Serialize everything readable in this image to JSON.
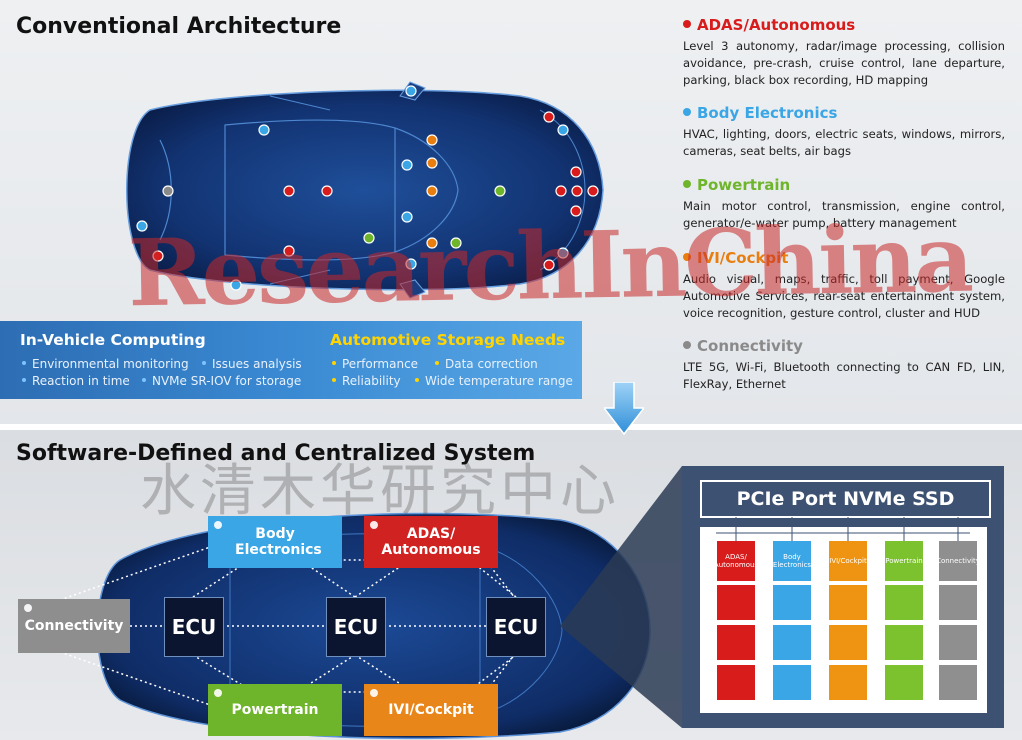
{
  "top": {
    "title": "Conventional Architecture",
    "categories": [
      {
        "label": "ADAS/Autonomous",
        "color": "#d81b1b",
        "text": "Level 3 autonomy, radar/image processing, collision avoidance, pre-crash, cruise control, lane departure, parking, black box recording, HD mapping"
      },
      {
        "label": "Body Electronics",
        "color": "#3aa6e6",
        "text": "HVAC, lighting, doors, electric seats, windows, mirrors, cameras, seat belts, air bags"
      },
      {
        "label": "Powertrain",
        "color": "#6fb52b",
        "text": "Main motor control, transmission, engine control, generator/e-water pump, battery management"
      },
      {
        "label": "IVI/Cockpit",
        "color": "#e87e10",
        "text": "Audio visual, maps, traffic, toll payment, Google Automotive Services, rear-seat entertainment system, voice recognition, gesture control, cluster and HUD"
      },
      {
        "label": "Connectivity",
        "color": "#8a8a8a",
        "text": "LTE 5G, Wi-Fi, Bluetooth connecting to CAN FD, LIN, FlexRay, Ethernet"
      }
    ],
    "in_vehicle": {
      "title": "In-Vehicle Computing",
      "items": [
        "Environmental monitoring",
        "Issues analysis",
        "Reaction in time",
        "NVMe SR-IOV for storage"
      ]
    },
    "storage_needs": {
      "title": "Automotive Storage Needs",
      "items": [
        "Performance",
        "Data correction",
        "Reliability",
        "Wide temperature range"
      ]
    }
  },
  "bottom": {
    "title": "Software-Defined and Centralized System",
    "boxes": {
      "body": "Body Electronics",
      "adas": "ADAS/ Autonomous",
      "powertrain": "Powertrain",
      "ivi": "IVI/Cockpit",
      "connectivity": "Connectivity"
    },
    "ecu_label": "ECU",
    "ssd": {
      "title": "PCIe Port NVMe SSD",
      "columns": [
        {
          "label": "ADAS/ Autonomous",
          "color": "#d81b1b"
        },
        {
          "label": "Body Electronics",
          "color": "#3aa6e6"
        },
        {
          "label": "IVI/Cockpit",
          "color": "#ee9412"
        },
        {
          "label": "Powertrain",
          "color": "#7cc12e"
        },
        {
          "label": "Connectivity",
          "color": "#8f8f8f"
        }
      ]
    }
  },
  "watermark": {
    "en": "ResearchInChina",
    "cn": "水清木华研究中心"
  }
}
